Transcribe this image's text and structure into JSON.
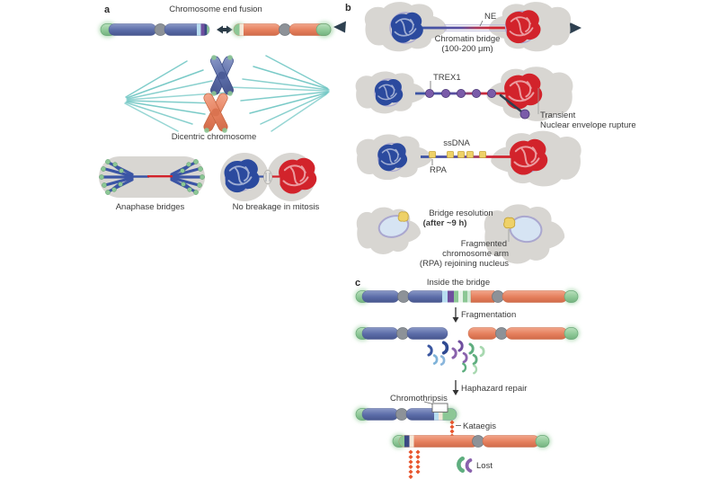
{
  "figure": {
    "panel_a": {
      "label": "a",
      "title": "Chromosome end fusion",
      "dicentric": "Dicentric chromosome",
      "anaphase": "Anaphase bridges",
      "no_breakage": "No breakage in mitosis"
    },
    "panel_b": {
      "label": "b",
      "ne": "NE",
      "bridge1": "Chromatin bridge",
      "bridge2": "(100-200 μm)",
      "trex1": "TREX1",
      "transient1": "Transient",
      "transient2": "Nuclear envelope rupture",
      "ssdna": "ssDNA",
      "rpa": "RPA",
      "res1": "Bridge resolution",
      "res2": "(after ~9 h)",
      "frag1": "Fragmented",
      "frag2": "chromosome arm",
      "frag3": "(RPA) rejoining nucleus"
    },
    "panel_c": {
      "label": "c",
      "title": "Inside the bridge",
      "fragmentation": "Fragmentation",
      "haphazard": "Haphazard repair",
      "chromothripsis": "Chromothripsis",
      "kataegis": "Kataegis",
      "lost": "Lost"
    },
    "colors": {
      "blue_chromosome": "#5b6ca8",
      "orange_chromosome": "#e57f5c",
      "telomere_green": "#8cc795",
      "centromere_gray": "#8d9298",
      "cell_gray": "#d8d6d2",
      "nucleus_blue": "#2b4a9e",
      "nucleus_red": "#d2232b",
      "envelope_purple": "#aaa7cf",
      "trex1_purple": "#7a5ba9",
      "rpa_yellow": "#eed168",
      "kataegis_red": "#e8562e",
      "spindle_teal": "#6cc5c2"
    }
  }
}
